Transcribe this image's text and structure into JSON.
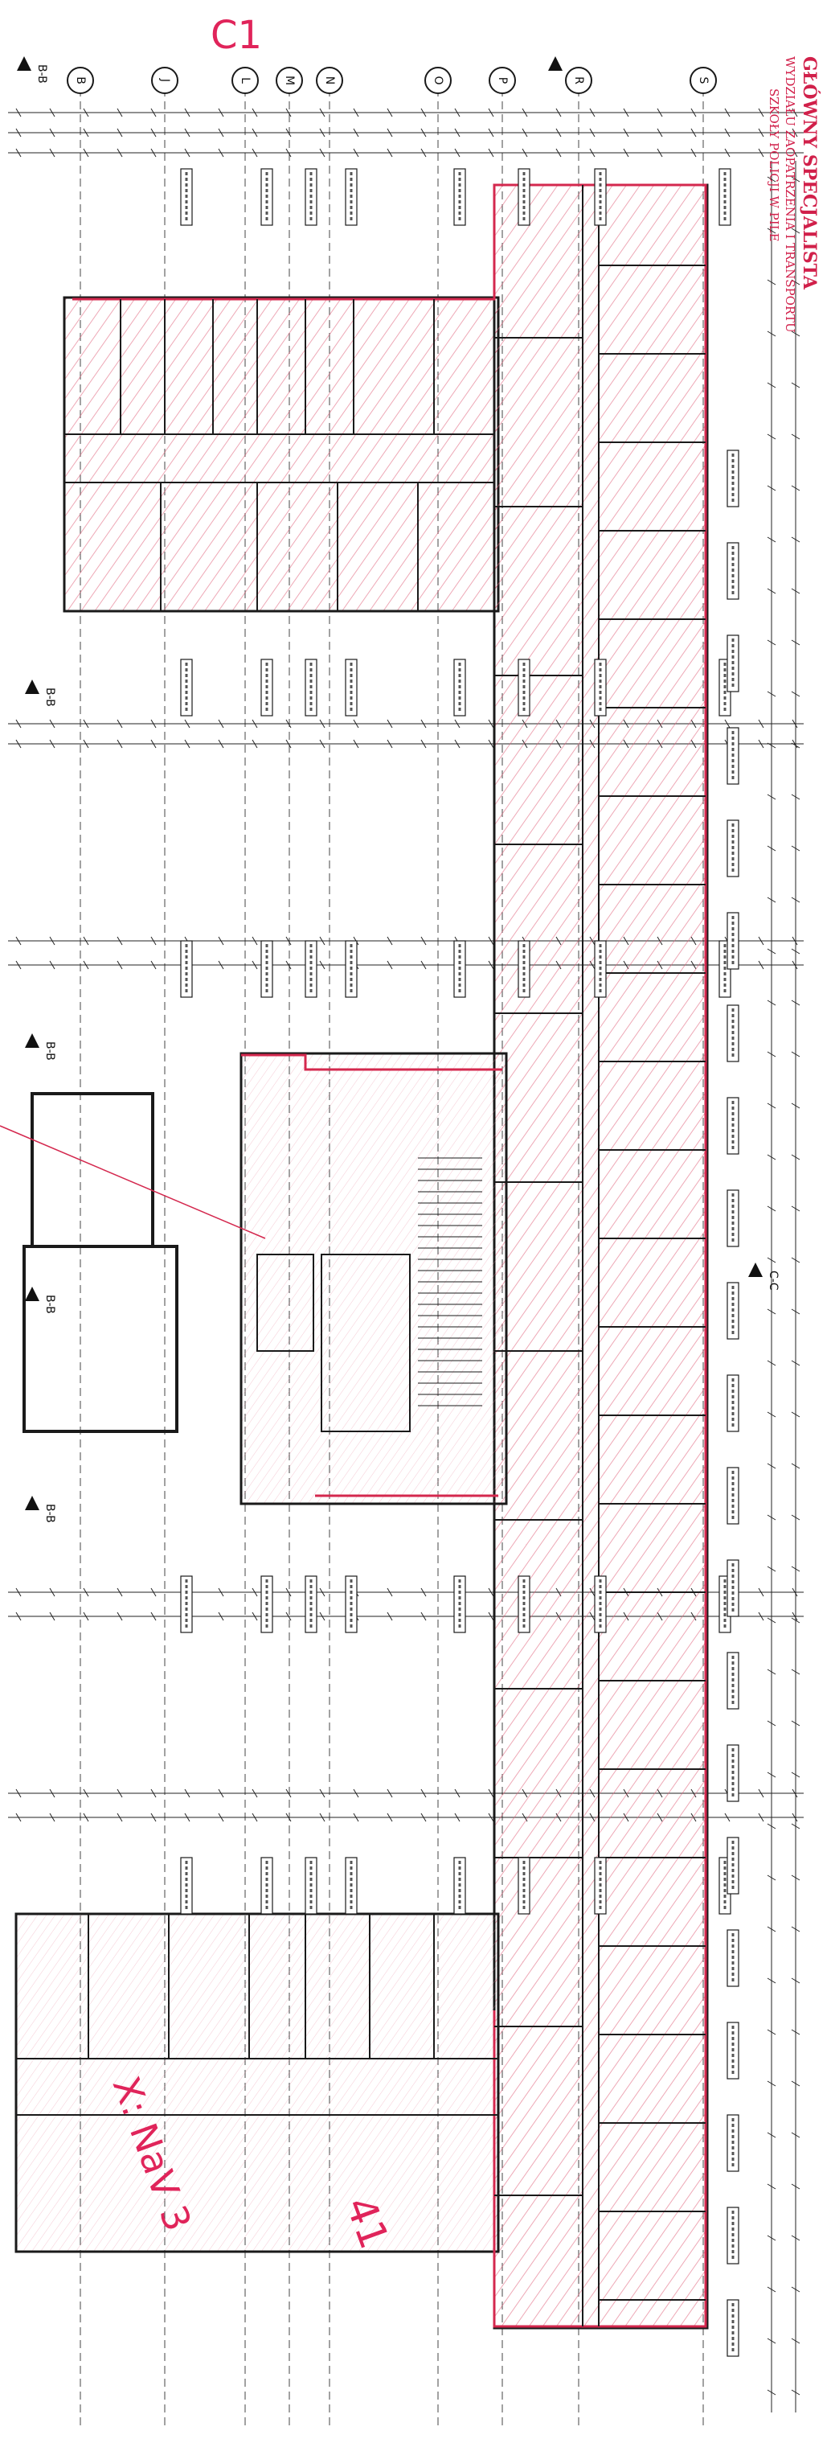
{
  "drawing": {
    "grid_axes": [
      "B",
      "J",
      "L",
      "M",
      "N",
      "O",
      "P",
      "R",
      "S"
    ],
    "section_marks": [
      "B-B",
      "B-B",
      "B-B",
      "B-B",
      "B-B",
      "C-C"
    ],
    "stamp": {
      "line1": "GŁÓWNY SPECJALISTA",
      "line2": "WYDZIAŁU ZAOPATRZENIA I TRANSPORTU",
      "line3": "SZKOŁY POLICJI W PILE"
    },
    "annotations": {
      "top_mark": "C1",
      "handwritten_note": "X: NaV 3",
      "signature_mark": "41"
    }
  },
  "colors": {
    "line": "#1a1a1a",
    "hatch": "#e0607a",
    "stamp": "#d1204a",
    "outline": "#d4284e"
  }
}
